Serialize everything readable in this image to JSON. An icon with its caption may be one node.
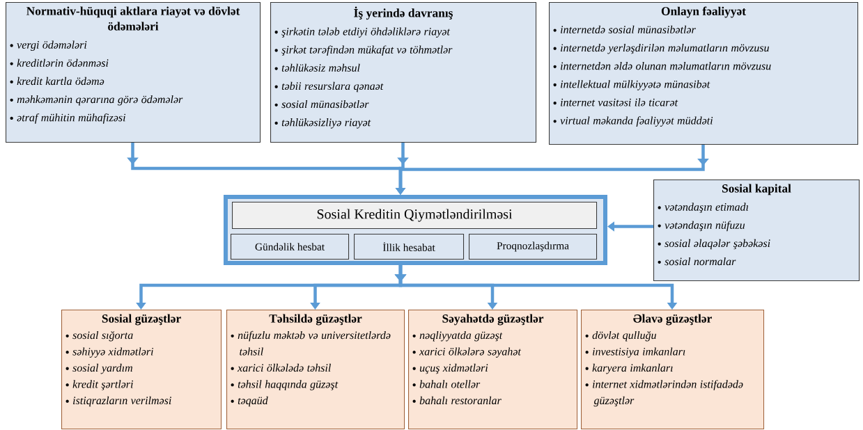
{
  "diagram": {
    "nodes": [
      {
        "text": [
          "Normativ-hüquqi aktlara riayət və dövlət ödəmələri",
          "vergi ödəmələri",
          "kreditlərin ödənməsi",
          "kredit kartla ödəmə",
          "məhkəmənin qərarına görə ödəmələr",
          "ətraf mühitin mühafizəsi"
        ]
      },
      {
        "text": [
          "İş yerində davranış",
          "şirkətin tələb etdiyi öhdəliklərə riayət",
          "şirkət tərəfindən mükafat və töhmətlər",
          "təhlükəsiz məhsul",
          "təbii resurslara qənaət",
          "sosial münasibətlər",
          "təhlükəsizliyə riayət"
        ]
      },
      {
        "text": [
          "Onlayn fəaliyyət",
          "internetdə sosial münasibətlər",
          "internetdə yerləşdirilən məlumatların mövzusu",
          "internetdən əldə olunan məlumatların mövzusu",
          "intellektual mülkiyyətə münasibət",
          "internet vasitəsi ilə ticarət",
          "virtual məkanda fəaliyyət müddəti"
        ]
      },
      {
        "text": [],
        "shape": "box"
      },
      {
        "text": [
          "Sosial Kreditin Qiymətləndirilməsi"
        ],
        "in": 3
      },
      {
        "text": [
          "Gündəlik hesbat"
        ],
        "in": 3
      },
      {
        "text": [
          "İllik hesabat"
        ],
        "in": 3
      },
      {
        "text": [
          "Proqnozlaşdırma"
        ],
        "in": 3
      },
      {
        "text": [
          "Sosial kapital",
          "vətəndaşın etimadı",
          "vətəndaşın nüfuzu",
          "sosial əlaqələr şəbəkəsi",
          "sosial normalar"
        ]
      },
      {
        "text": [
          "Sosial güzəştlər",
          "sosial sığorta",
          "səhiyyə xidmətləri",
          "sosial yardım",
          "kredit şərtləri",
          "istiqrazların verilməsi"
        ]
      },
      {
        "text": [
          "Təhsildə güzəştlər",
          "nüfuzlu məktəb və universitetlərdə təhsil",
          "xarici ölkələdə təhsil",
          "təhsil haqqında güzəşt",
          "təqaüd"
        ]
      },
      {
        "text": [
          "Səyahətdə güzəştlər",
          "nəqliyyatda güzəşt",
          "xarici ölkələrə səyahət",
          "uçuş xidmətləri",
          "bahalı otellər",
          "bahalı restoranlar"
        ]
      },
      {
        "text": [
          "Əlavə güzəştlər",
          "dövlət qulluğu",
          "investisiya imkanları",
          "karyera imkanları",
          "internet xidmətlərindən istifadədə güzəştlər"
        ]
      }
    ],
    "edges": [
      {
        "from": 0,
        "to": 3,
        "arrow": "to"
      },
      {
        "from": 1,
        "to": 3,
        "arrow": "to"
      },
      {
        "from": 2,
        "to": 3,
        "arrow": "to"
      },
      {
        "from": 8,
        "to": 3,
        "arrow": "to"
      },
      {
        "from": 3,
        "to": 9,
        "arrow": "to"
      },
      {
        "from": 3,
        "to": 10,
        "arrow": "to"
      },
      {
        "from": 3,
        "to": 11,
        "arrow": "to"
      },
      {
        "from": 3,
        "to": 12,
        "arrow": "to"
      }
    ]
  }
}
